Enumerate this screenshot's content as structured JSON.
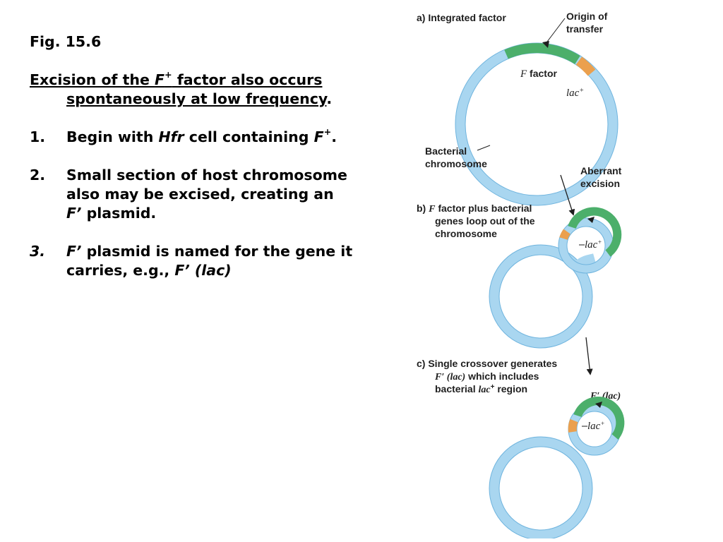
{
  "slide": {
    "fig_label": "Fig. 15.6",
    "heading": {
      "pre": "Excision of the ",
      "F": "F",
      "sup": "+",
      "post": " factor also occurs",
      "line2": "spontaneously at low frequency",
      "period": "."
    },
    "items": [
      {
        "num": "1.",
        "pre": "Begin with ",
        "hfr": "Hfr",
        "mid": " cell containing ",
        "F": "F",
        "sup": "+",
        "post": "."
      },
      {
        "num": "2.",
        "line1": "Small section of host chromosome",
        "line2": "also may be excised, creating an",
        "F": "F",
        "prime": "’",
        "post": " plasmid."
      },
      {
        "num": "3.",
        "F": "F",
        "prime": "’",
        "post": " plasmid is named for the gene it",
        "line2_pre": "carries, e.g., ",
        "line2_em": "F’ (lac)"
      }
    ]
  },
  "diagram": {
    "panel_a": {
      "title": "a) Integrated factor",
      "origin_l1": "Origin of",
      "origin_l2": "transfer",
      "f_italic": "F",
      "f_rest": " factor",
      "lac": "lac",
      "lac_sup": "+",
      "bact_l1": "Bacterial",
      "bact_l2": "chromosome"
    },
    "aberrant_l1": "Aberrant",
    "aberrant_l2": "excision",
    "panel_b": {
      "l1_pre": "b) ",
      "l1_f": "F",
      "l1_rest": " factor plus bacterial",
      "l2": "genes loop out of the",
      "l3": "chromosome",
      "lac": "lac",
      "lac_sup": "+"
    },
    "panel_c": {
      "l1": "c) Single crossover generates",
      "l2_it": "F′ (lac)",
      "l2_rest": " which includes",
      "l3_pre": "bacterial ",
      "l3_lac": "lac",
      "l3_sup": "+",
      "l3_post": " region",
      "fprime_label": "F′ (lac)",
      "lac": "lac",
      "lac_sup": "+"
    },
    "colors": {
      "chromosome": "#a9d6f0",
      "f_factor": "#4caf6b",
      "lac_gene": "#eba04e",
      "text": "#1e1e1e"
    }
  }
}
